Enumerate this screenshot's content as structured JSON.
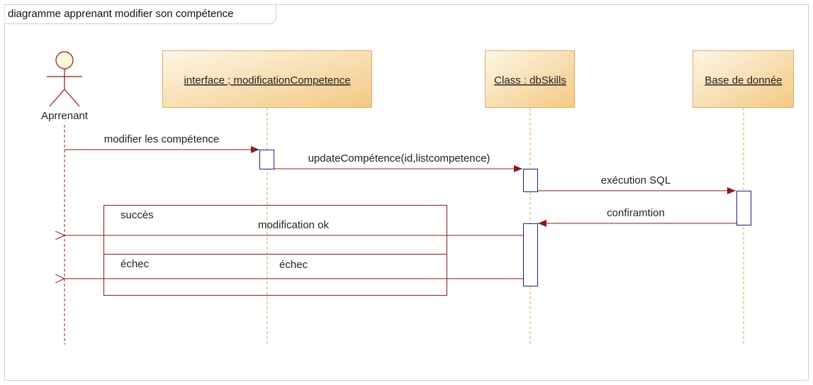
{
  "diagram": {
    "title": "diagramme apprenant modifier son compétence",
    "actor": {
      "name": "Aprrenant"
    },
    "participants": [
      {
        "id": "interface",
        "label": "interface ; modificationCompetence"
      },
      {
        "id": "class",
        "label": "Class : dbSkills"
      },
      {
        "id": "db",
        "label": "Base de donnée"
      }
    ],
    "messages": [
      {
        "id": "m1",
        "label": "modifier les compétence",
        "from": "actor",
        "to": "interface",
        "kind": "sync"
      },
      {
        "id": "m2",
        "label": "updateCompétence(id,listcompetence)",
        "from": "interface",
        "to": "class",
        "kind": "sync"
      },
      {
        "id": "m3",
        "label": "exécution SQL",
        "from": "class",
        "to": "db",
        "kind": "sync"
      },
      {
        "id": "m4",
        "label": "confiramtion",
        "from": "db",
        "to": "class",
        "kind": "sync"
      },
      {
        "id": "m5",
        "label": "modification ok",
        "from": "class",
        "to": "actor",
        "kind": "return"
      },
      {
        "id": "m6",
        "label": "échec",
        "from": "class",
        "to": "actor",
        "kind": "return"
      }
    ],
    "alt_fragment": {
      "guard_success": "succès",
      "guard_failure": "échec"
    },
    "colors": {
      "lifeline_box_fill_top": "#fdf1dc",
      "lifeline_box_fill_bottom": "#f5cf8d",
      "lifeline_box_border": "#e0a96a",
      "actor_fill": "#fdf6d8",
      "message_line": "#8b1a1a",
      "activation_border": "#1f1f80",
      "lifeline_dash_participant": "#e0a050",
      "lifeline_dash_actor": "#8b1a1a",
      "frame_border": "#cfcfcf"
    }
  }
}
